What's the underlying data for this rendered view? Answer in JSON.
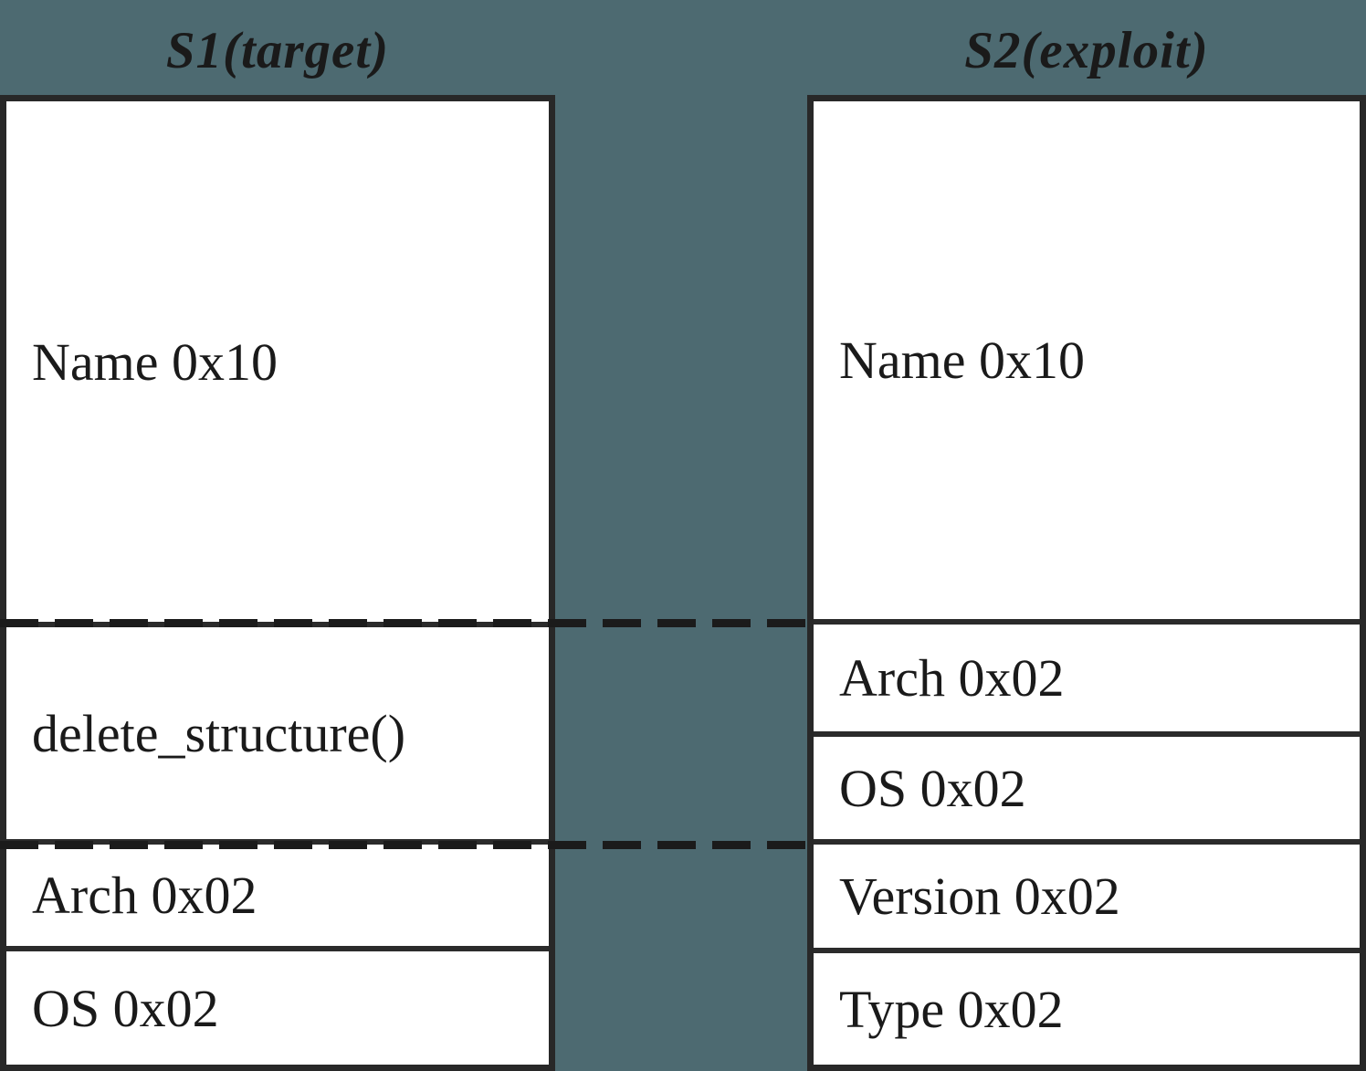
{
  "diagram": {
    "s1": {
      "title": "S1(target)",
      "fields": [
        "Name 0x10",
        "delete_structure()",
        "Arch 0x02",
        "OS 0x02"
      ]
    },
    "s2": {
      "title": "S2(exploit)",
      "fields": [
        "Name 0x10",
        "Arch 0x02",
        "OS 0x02",
        "Version 0x02",
        "Type 0x02"
      ]
    },
    "colors": {
      "background": "#4d6a71",
      "box_fill": "#ffffff",
      "border": "#282828",
      "text": "#1a1a1a"
    }
  }
}
